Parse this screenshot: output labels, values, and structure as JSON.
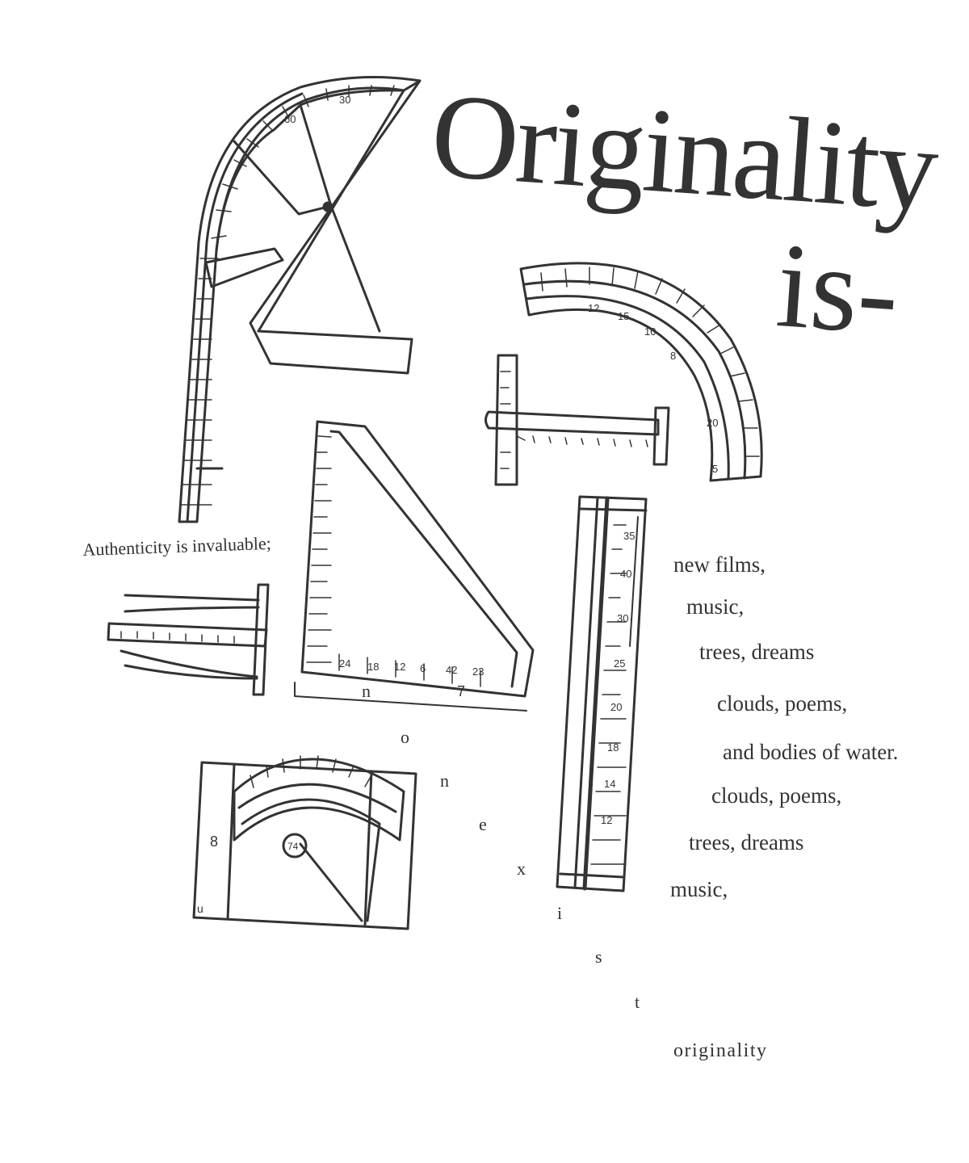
{
  "title": {
    "main": "Originality",
    "sub": "is-"
  },
  "left_text": "Authenticity is invaluable;",
  "poem_lines": [
    "new films,",
    "music,",
    "trees, dreams",
    "clouds, poems,",
    "and bodies of water.",
    "clouds, poems,",
    "trees, dreams",
    "music,"
  ],
  "vertical_letters": [
    "n",
    "o",
    "n",
    "e",
    "x",
    "i",
    "s",
    "t"
  ],
  "closing_word": "originality",
  "tool_labels": {
    "arc_numbers": [
      "12",
      "15",
      "10",
      "8",
      "20",
      "5"
    ],
    "triangle_numbers": [
      "24",
      "18",
      "12",
      "6",
      "42",
      "23"
    ],
    "ruler_numbers": [
      "35",
      "40",
      "30",
      "25",
      "20",
      "18",
      "14",
      "12"
    ],
    "protractor_numbers": [
      "30",
      "60"
    ],
    "base_mark": "7",
    "vernier_mark": "74",
    "vernier_side_a": "8",
    "vernier_side_b": "u"
  },
  "colors": {
    "ink": "#333333",
    "paper": "#ffffff"
  },
  "icons": [
    "protractor-icon",
    "arc-ruler-icon",
    "t-square-icon",
    "set-square-icon",
    "ruler-icon",
    "caliper-icon",
    "vernier-protractor-icon"
  ]
}
